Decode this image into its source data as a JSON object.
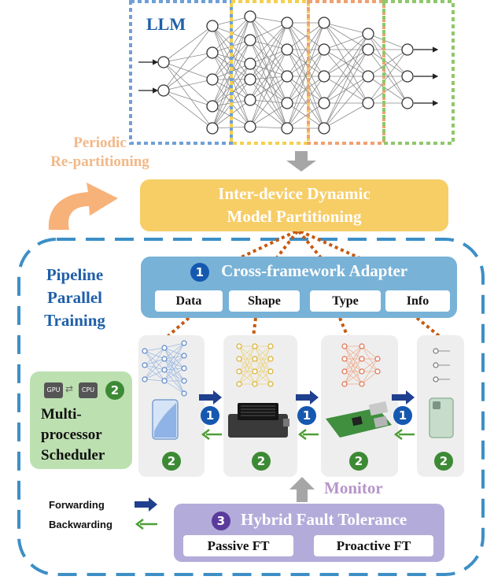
{
  "llm_label": "LLM",
  "periodic_label": {
    "line1": "Periodic",
    "line2": "Re-partitioning"
  },
  "partitioning_box": {
    "line1": "Inter-device Dynamic",
    "line2": "Model Partitioning"
  },
  "pipeline_label": {
    "line1": "Pipeline",
    "line2": "Parallel",
    "line3": "Training"
  },
  "adapter": {
    "number": "1",
    "title": "Cross-framework Adapter",
    "items": [
      "Data",
      "Shape",
      "Type",
      "Info"
    ]
  },
  "scheduler": {
    "number": "2",
    "gpu": "GPU",
    "cpu": "CPU",
    "line1": "Multi-",
    "line2": "processor",
    "line3": "Scheduler"
  },
  "device_badges": {
    "blue": "1",
    "green": "2"
  },
  "monitor_label": "Monitor",
  "fault_tolerance": {
    "number": "3",
    "title": "Hybrid Fault Tolerance",
    "passive": "Passive FT",
    "proactive": "Proactive FT"
  },
  "legend": {
    "forward": "Forwarding",
    "backward": "Backwarding"
  },
  "colors": {
    "stage1": "#6f9fd8",
    "stage2": "#f5cf4f",
    "stage3": "#f1a070",
    "stage4": "#8fc76a",
    "pipeline_dash": "#3d8fc6",
    "link_dots": "#c55a11",
    "forward_arrow": "#1f3f8f",
    "backward_arrow": "#4f9e35"
  }
}
